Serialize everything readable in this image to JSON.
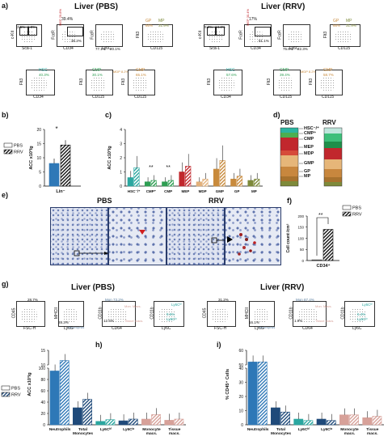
{
  "panel_labels": {
    "a": "a)",
    "b": "b)",
    "c": "c)",
    "d": "d)",
    "e": "e)",
    "f": "f)",
    "g": "g)",
    "h": "h)",
    "i": "i)"
  },
  "a": {
    "title_pbs": "Liver (PBS)",
    "title_rrv": "Liver (RRV)",
    "pbs": {
      "ckit_sca1": {
        "ylabel": "c-Kit",
        "xlabel": "Sca-1",
        "g1": "3.5%",
        "g2": "6.9%"
      },
      "fcer_cd34": {
        "ylabel": "FcεR",
        "xlabel": "CD34",
        "top": "39.4%",
        "red": "MEP 29.8%",
        "pct": "36.2%"
      },
      "fcer_ly6c": {
        "ylabel": "FcεR",
        "xlabel": "Ly6C",
        "l": "77.1%",
        "r": "20.1%"
      },
      "flt3_cd115": {
        "ylabel": "Flt3",
        "xlabel": "CD115",
        "gp": "GP",
        "gpv": "66%",
        "mp": "MP",
        "mpv": "31.9%",
        "mdp": "MDP 14.5%"
      },
      "hsc": {
        "ylabel": "Flt3",
        "xlabel": "CD34",
        "name": "HSC",
        "v1": "40.3%",
        "v2": "29.8%"
      },
      "cmp": {
        "ylabel": "Flt3",
        "xlabel": "CD115",
        "name": "CMP",
        "v1": "30.1%",
        "v2": "29.1%",
        "mdp": "MDP 8.2%"
      },
      "gmp": {
        "ylabel": "Flt3",
        "xlabel": "CD115",
        "name": "GMP",
        "v1": "65.1%"
      }
    },
    "rrv": {
      "ckit_sca1": {
        "ylabel": "c-Kit",
        "xlabel": "Sca-1",
        "g1": "9.2%",
        "g2": "14.4%"
      },
      "fcer_cd34": {
        "ylabel": "FcεR",
        "xlabel": "CD34",
        "top": "17%",
        "red": "MEP 30.4%",
        "pct": "51.1%"
      },
      "fcer_ly6c": {
        "ylabel": "FcεR",
        "xlabel": "Ly6C",
        "l": "75.6%",
        "r": "22.3%"
      },
      "flt3_cd115": {
        "ylabel": "Flt3",
        "xlabel": "CD115",
        "gp": "GP",
        "gpv": "66%",
        "mp": "MP",
        "mpv": "31.9%",
        "mdp": "MDP 14.5%"
      },
      "hsc": {
        "ylabel": "Flt3",
        "xlabel": "CD34",
        "name": "HSC",
        "v1": "57.6%",
        "v2": "29.8%"
      },
      "cmp": {
        "ylabel": "Flt3",
        "xlabel": "CD115",
        "name": "CMP",
        "v1": "39.4%",
        "v2": "21.2%",
        "mdp": "MDP 8.2%"
      },
      "gmp": {
        "ylabel": "Flt3",
        "xlabel": "CD115",
        "name": "GMP",
        "v1": "58.7%"
      }
    }
  },
  "colors": {
    "pbs": "#ffffff",
    "rrv_stripe": "#1f1f1f",
    "blue": "#2e78b7",
    "teal": "#2aa7a0",
    "green": "#2e9e53",
    "red": "#c1272d",
    "tan": "#e2b07a",
    "brown": "#c88a3c",
    "olive": "#7e8a3a",
    "navy": "#1f4a7a",
    "rose": "#d7a199",
    "steel": "#5b7fa0"
  },
  "chart_data": [
    {
      "id": "b",
      "type": "bar",
      "ylabel": "ACC x10³/g",
      "categories": [
        "Lin⁻"
      ],
      "yticks": [
        "0",
        "5",
        "10",
        "15",
        "20"
      ],
      "ylim": [
        0,
        20
      ],
      "series": [
        {
          "name": "PBS",
          "values": [
            8
          ]
        },
        {
          "name": "RRV",
          "values": [
            14.5
          ]
        }
      ],
      "sig": "*",
      "legend": [
        "PBS",
        "RRV"
      ]
    },
    {
      "id": "c",
      "type": "bar",
      "ylabel": "ACC x10³/g",
      "categories": [
        "HSC⁻/⁺",
        "CMP⁺",
        "CMP",
        "MEP",
        "MDP",
        "GMP",
        "GP",
        "MP"
      ],
      "yticks": [
        "0",
        "1",
        "2",
        "3",
        "4"
      ],
      "ylim": [
        0,
        4
      ],
      "series": [
        {
          "name": "PBS",
          "values": [
            0.6,
            0.3,
            0.3,
            1.0,
            0.3,
            1.2,
            0.5,
            0.4
          ]
        },
        {
          "name": "RRV",
          "values": [
            1.3,
            0.4,
            0.4,
            1.4,
            0.5,
            1.8,
            0.7,
            0.5
          ]
        }
      ],
      "sig": [
        "",
        "**",
        "**",
        "",
        "",
        "",
        "",
        ""
      ]
    },
    {
      "id": "d",
      "type": "stacked-bar",
      "categories": [
        "PBS",
        "RRV"
      ],
      "labels": [
        "HSC⁻/⁺",
        "CMP⁺",
        "CMP",
        "MEP",
        "MDP",
        "GMP",
        "GP",
        "MP"
      ]
    },
    {
      "id": "f",
      "type": "bar",
      "ylabel": "Cell count /cm²",
      "categories": [
        "CD34⁺"
      ],
      "yticks": [
        "0",
        "50",
        "100",
        "150",
        "200"
      ],
      "ylim": [
        0,
        200
      ],
      "series": [
        {
          "name": "PBS",
          "values": [
            3
          ]
        },
        {
          "name": "RRV",
          "values": [
            140
          ]
        }
      ],
      "sig": "**",
      "legend": [
        "PBS",
        "RRV"
      ]
    },
    {
      "id": "h",
      "type": "bar",
      "ylabel": "ACC x10³/g",
      "categories": [
        "Neutrophils",
        "Total Monocytes",
        "Ly6Cʰⁱ",
        "Ly6Cˡᵒ",
        "Monocyte macs.",
        "Tissue macs."
      ],
      "yticks_low": [
        "0",
        "20",
        "40",
        "60",
        "80",
        "100"
      ],
      "yticks_high": [
        "10",
        "15"
      ],
      "series": [
        {
          "name": "PBS",
          "values": [
            95,
            30,
            6,
            7,
            10,
            8
          ]
        },
        {
          "name": "RRV",
          "values": [
            130,
            45,
            9,
            10,
            18,
            10
          ]
        }
      ],
      "legend": [
        "PBS",
        "RRV"
      ]
    },
    {
      "id": "i",
      "type": "bar",
      "ylabel": "% CD45⁺ Cells",
      "categories": [
        "Neutrophils",
        "Total Monocytes",
        "Ly6Cʰⁱ",
        "Ly6Cˡᵒ",
        "Monocyte macs.",
        "Tissue macs."
      ],
      "yticks_low": [
        "0",
        "10",
        "20",
        "30",
        "40"
      ],
      "yticks_high": [
        "50",
        "60"
      ],
      "series": [
        {
          "name": "PBS",
          "values": [
            48,
            12,
            4,
            4,
            7,
            5
          ]
        },
        {
          "name": "RRV",
          "values": [
            48,
            9,
            3,
            3,
            7,
            6
          ]
        }
      ]
    }
  ],
  "e": {
    "pbs_title": "PBS",
    "rrv_title": "RRV"
  },
  "g": {
    "title_pbs": "Liver (PBS)",
    "title_rrv": "Liver (RRV)",
    "pbs": {
      "p1": {
        "ylabel": "CD45",
        "xlabel": "FSC-H",
        "v": "28.7%"
      },
      "p2": {
        "ylabel": "MHCII",
        "xlabel": "Ly6G",
        "v": "28.3%",
        "n": "Neutrophils"
      },
      "p3": {
        "ylabel": "CD11b",
        "xlabel": "CD64",
        "mono": "Mon 73.2%",
        "mm": "Mon. Macs.",
        "tm": "Tissue macs.",
        "v1": "12.5%"
      },
      "p4": {
        "ylabel": "CD11b",
        "xlabel": "Ly6C",
        "hi": "Ly6Cʰⁱ",
        "lo": "Ly6Cˡᵒ",
        "v1": "9.6%"
      }
    },
    "rrv": {
      "p1": {
        "ylabel": "CD45",
        "xlabel": "FSC-H",
        "v": "31.2%"
      },
      "p2": {
        "ylabel": "MHCII",
        "xlabel": "Ly6G",
        "v": "16.1%",
        "n": "Neutrophils"
      },
      "p3": {
        "ylabel": "CD11b",
        "xlabel": "CD64",
        "mono": "Mon 87.4%",
        "mm": "Mon. Macs.",
        "tm": "Tissue macs.",
        "v1": "1.9%"
      },
      "p4": {
        "ylabel": "CD11b",
        "xlabel": "Ly6C",
        "hi": "Ly6Cʰⁱ",
        "lo": "Ly6Cˡᵒ",
        "v1": "6.4%"
      }
    }
  }
}
